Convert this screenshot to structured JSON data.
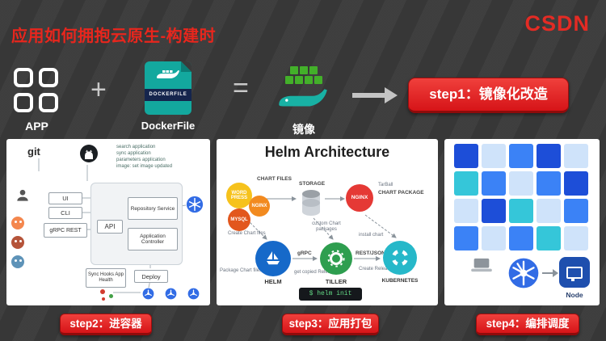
{
  "header": {
    "title": "应用如何拥抱云原生-构建时",
    "logo": "CSDN"
  },
  "pipeline": {
    "app_label": "APP",
    "plus": "+",
    "dockerfile_badge": "DOCKERFILE",
    "dockerfile_label": "DockerFile",
    "equals": "=",
    "image_label": "镜像",
    "step1_label": "step1：镜像化改造"
  },
  "argo": {
    "git": "git",
    "notes": [
      "search application",
      "sync application",
      "parameters application",
      "image: set image updated"
    ],
    "ui": "UI",
    "cli": "CLI",
    "grpc": "gRPC REST",
    "api": "API",
    "repo": "Repository Service",
    "controller": "Application Controller",
    "hooks": "Sync Hooks App Health",
    "deploy": "Deploy"
  },
  "helm": {
    "title": "Helm Architecture",
    "chart_files": "CHART FILES",
    "gear1": "WORD PRESS",
    "gear2": "NGINX",
    "gear3": "MYSQL",
    "storage": "STORAGE",
    "package_circle": "NGINX",
    "tarball": "TarBall",
    "chart_package": "CHART PACKAGE",
    "custom": "custom Chart packages",
    "create_chart": "Create Chart files",
    "package_chart": "Package Chart files",
    "install_chart": "install chart",
    "create_release": "Create Release",
    "get_release": "get copied Release",
    "helm": "HELM",
    "grpc": "gRPC",
    "tiller": "TILLER",
    "rest": "REST/JSON",
    "kubernetes": "KUBERNETES",
    "cmd": "$ helm init"
  },
  "schedule": {
    "node": "Node",
    "palette": {
      "deep": "#1d4ed8",
      "blue": "#3b82f6",
      "teal": "#35c6d9",
      "light": "#cfe3fa"
    },
    "grid": [
      [
        "deep",
        "light",
        "blue",
        "deep",
        "light"
      ],
      [
        "teal",
        "blue",
        "light",
        "blue",
        "deep"
      ],
      [
        "light",
        "deep",
        "teal",
        "light",
        "blue"
      ],
      [
        "blue",
        "light",
        "blue",
        "teal",
        "light"
      ]
    ]
  },
  "steps": {
    "step2": "step2：进容器",
    "step3": "step3：应用打包",
    "step4": "step4：编排调度"
  },
  "colors": {
    "title_red": "#e8261d",
    "csdn_red": "#e32b24",
    "accent_red": "#d61418",
    "docker_teal": "#13a89e",
    "k8s_blue": "#326ce5"
  }
}
